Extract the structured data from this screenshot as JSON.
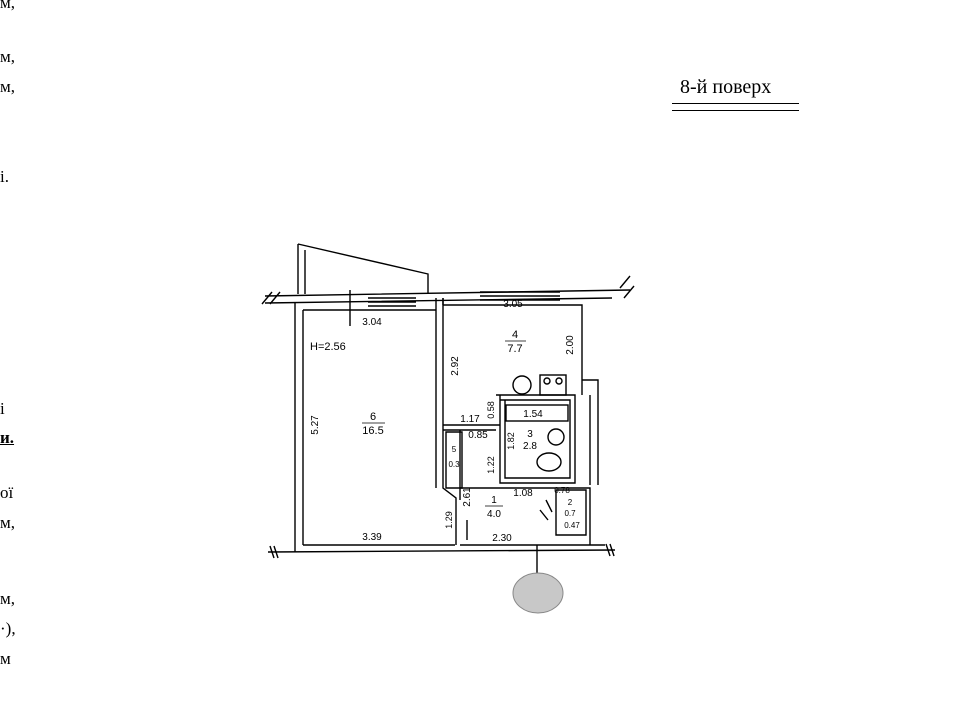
{
  "edge_fragments": [
    "м,",
    "м,",
    "м,",
    "і.",
    "і",
    "и.",
    "ої",
    "м,",
    "м,",
    "·),",
    "м"
  ],
  "floor_label": "8-й поверх",
  "plan": {
    "height_label": "H=2.56",
    "rooms": [
      {
        "number": "6",
        "area": "16.5"
      },
      {
        "number": "4",
        "area": "7.7"
      },
      {
        "number": "3",
        "area": "2.8"
      },
      {
        "number": "1",
        "area": "4.0"
      },
      {
        "number": "5",
        "area": "0.3"
      },
      {
        "number": "2",
        "area": "0.7"
      }
    ],
    "dimensions": [
      "3.04",
      "3.05",
      "5.27",
      "2.92",
      "2.00",
      "1.17",
      "0.85",
      "0.58",
      "1.54",
      "1.82",
      "1.22",
      "2.61",
      "1.29",
      "1.08",
      "0.78",
      "0.47",
      "3.39",
      "2.30"
    ]
  }
}
